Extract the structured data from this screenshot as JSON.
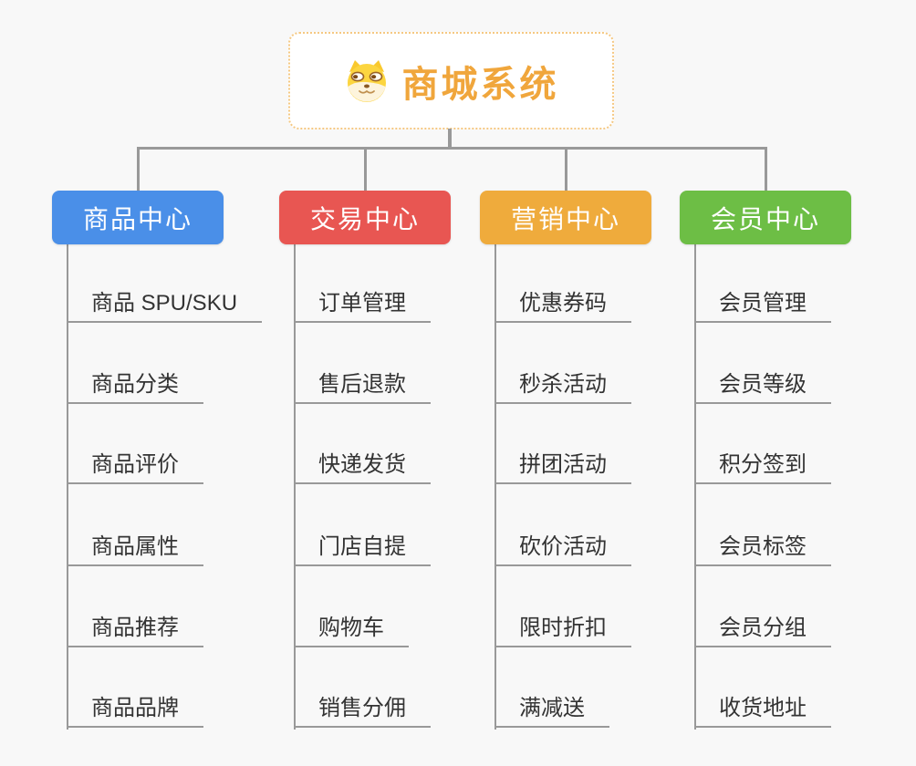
{
  "root": {
    "title": "商城系统",
    "icon": "dog-face-icon"
  },
  "branches": [
    {
      "name": "product-center",
      "label": "商品中心",
      "color": "#4a8fe8",
      "children": [
        "商品 SPU/SKU",
        "商品分类",
        "商品评价",
        "商品属性",
        "商品推荐",
        "商品品牌"
      ]
    },
    {
      "name": "trade-center",
      "label": "交易中心",
      "color": "#e85652",
      "children": [
        "订单管理",
        "售后退款",
        "快递发货",
        "门店自提",
        "购物车",
        "销售分佣"
      ]
    },
    {
      "name": "marketing-center",
      "label": "营销中心",
      "color": "#efab3c",
      "children": [
        "优惠券码",
        "秒杀活动",
        "拼团活动",
        "砍价活动",
        "限时折扣",
        "满减送"
      ]
    },
    {
      "name": "member-center",
      "label": "会员中心",
      "color": "#6dbe45",
      "children": [
        "会员管理",
        "会员等级",
        "积分签到",
        "会员标签",
        "会员分组",
        "收货地址"
      ]
    }
  ],
  "colors": {
    "background": "#f8f8f8",
    "connector": "#999999",
    "root_text": "#f0a63c",
    "root_border": "#f5c882",
    "child_text": "#333333"
  }
}
